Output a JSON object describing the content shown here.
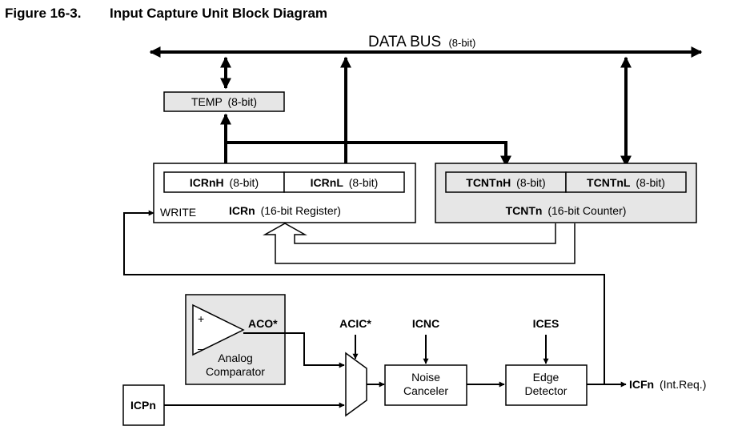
{
  "figure": {
    "number": "Figure 16-3.",
    "title": "Input Capture Unit Block Diagram"
  },
  "data_bus": {
    "label": "DATA BUS",
    "width": "(8-bit)"
  },
  "temp": {
    "name": "TEMP",
    "width": "(8-bit)"
  },
  "icr": {
    "high": {
      "name": "ICRnH",
      "width": "(8-bit)"
    },
    "low": {
      "name": "ICRnL",
      "width": "(8-bit)"
    },
    "write_label": "WRITE",
    "reg_name": "ICRn",
    "reg_desc": "(16-bit Register)"
  },
  "tcnt": {
    "high": {
      "name": "TCNTnH",
      "width": "(8-bit)"
    },
    "low": {
      "name": "TCNTnL",
      "width": "(8-bit)"
    },
    "reg_name": "TCNTn",
    "reg_desc": "(16-bit Counter)"
  },
  "comparator": {
    "plus": "+",
    "minus": "–",
    "output": "ACO*",
    "label_line1": "Analog",
    "label_line2": "Comparator"
  },
  "signals": {
    "acic": "ACIC*",
    "icnc": "ICNC",
    "ices": "ICES",
    "icp": "ICPn",
    "icf": "ICFn",
    "icf_desc": "(Int.Req.)"
  },
  "noise_canceler": {
    "line1": "Noise",
    "line2": "Canceler"
  },
  "edge_detector": {
    "line1": "Edge",
    "line2": "Detector"
  },
  "colors": {
    "shade": "#e6e6e6",
    "line": "#000000"
  }
}
